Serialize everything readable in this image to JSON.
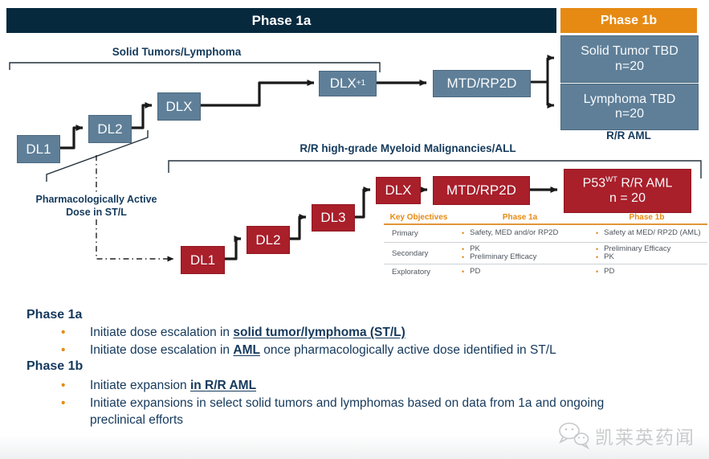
{
  "colors": {
    "navy_header": "#07293E",
    "orange_accent": "#E68A13",
    "steel_blue_box": "#5F7F98",
    "crimson_box": "#A91F2A",
    "text_navy": "#15395C",
    "table_text": "#4E565E",
    "watermark_gray": "#C9CBCC"
  },
  "headers": {
    "phase1a": "Phase 1a",
    "phase1b": "Phase 1b"
  },
  "cohort_labels": {
    "solid_tumors": "Solid Tumors/Lymphoma",
    "myeloid": "R/R high-grade Myeloid Malignancies/ALL",
    "rr_aml": "R/R AML"
  },
  "pharm_note": {
    "line1": "Pharmacologically Active",
    "line2": "Dose in ST/L"
  },
  "top_track": {
    "dl1": "DL1",
    "dl2": "DL2",
    "dlx": "DLX",
    "dlx_plus1": {
      "main": "DLX",
      "sub": "+1"
    },
    "mtd": "MTD/RP2D"
  },
  "phase1b_boxes": {
    "solid": {
      "line1": "Solid Tumor TBD",
      "line2": "n=20"
    },
    "lymphoma": {
      "line1": "Lymphoma TBD",
      "line2": "n=20"
    }
  },
  "bottom_track": {
    "dl1": "DL1",
    "dl2": "DL2",
    "dl3": "DL3",
    "dlx": "DLX",
    "mtd": "MTD/RP2D",
    "p53": {
      "main": "P53",
      "sup": "WT",
      "rest": " R/R AML",
      "line2": "n = 20"
    }
  },
  "objectives_table": {
    "headers": {
      "col1": "Key Objectives",
      "col2": "Phase 1a",
      "col3": "Phase 1b"
    },
    "rows": [
      {
        "label": "Primary",
        "phase1a": [
          "Safety, MED and/or RP2D"
        ],
        "phase1b": [
          "Safety at MED/ RP2D (AML)"
        ]
      },
      {
        "label": "Secondary",
        "phase1a": [
          "PK",
          "Preliminary Efficacy"
        ],
        "phase1b": [
          "Preliminary Efficacy",
          "PK"
        ]
      },
      {
        "label": "Exploratory",
        "phase1a": [
          "PD"
        ],
        "phase1b": [
          "PD"
        ]
      }
    ]
  },
  "notes": {
    "phase1a_title": "Phase 1a",
    "phase1a_bullets": [
      {
        "pre": "Initiate dose escalation in ",
        "em": "solid tumor/lymphoma (ST/L)",
        "post": ""
      },
      {
        "pre": "Initiate dose escalation in ",
        "em": "AML",
        "post": " once pharmacologically active dose identified in ST/L"
      }
    ],
    "phase1b_title": "Phase 1b",
    "phase1b_bullets": [
      {
        "pre": "Initiate expansion ",
        "em": "in R/R AML",
        "post": ""
      },
      {
        "pre": "Initiate expansions in select solid tumors and lymphomas based on data from 1a and ongoing",
        "em": "",
        "post": "",
        "line2": "preclinical efforts"
      }
    ]
  },
  "watermark": {
    "name": "凯莱英药闻"
  }
}
